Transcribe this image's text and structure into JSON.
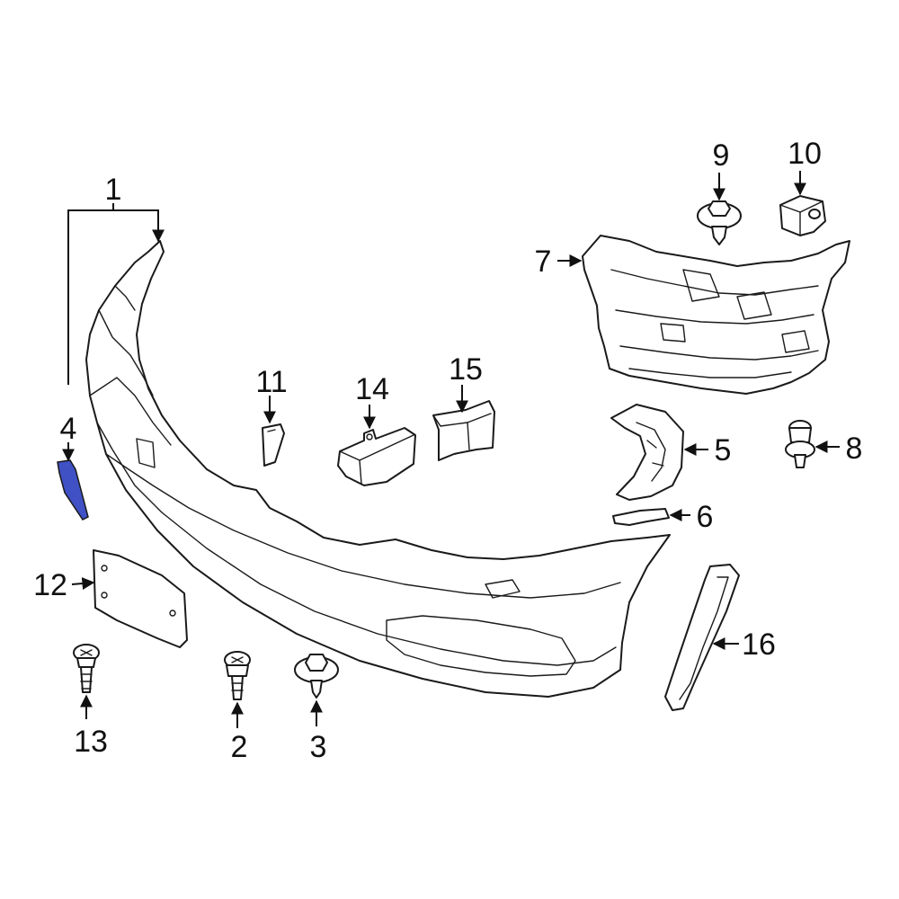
{
  "diagram": {
    "highlight_color": "#3f51c4",
    "line_color": "#1a1a1a",
    "callouts": [
      {
        "id": "1",
        "label": "1"
      },
      {
        "id": "2",
        "label": "2"
      },
      {
        "id": "3",
        "label": "3"
      },
      {
        "id": "4",
        "label": "4"
      },
      {
        "id": "5",
        "label": "5"
      },
      {
        "id": "6",
        "label": "6"
      },
      {
        "id": "7",
        "label": "7"
      },
      {
        "id": "8",
        "label": "8"
      },
      {
        "id": "9",
        "label": "9"
      },
      {
        "id": "10",
        "label": "10"
      },
      {
        "id": "11",
        "label": "11"
      },
      {
        "id": "12",
        "label": "12"
      },
      {
        "id": "13",
        "label": "13"
      },
      {
        "id": "14",
        "label": "14"
      },
      {
        "id": "15",
        "label": "15"
      },
      {
        "id": "16",
        "label": "16"
      }
    ]
  }
}
